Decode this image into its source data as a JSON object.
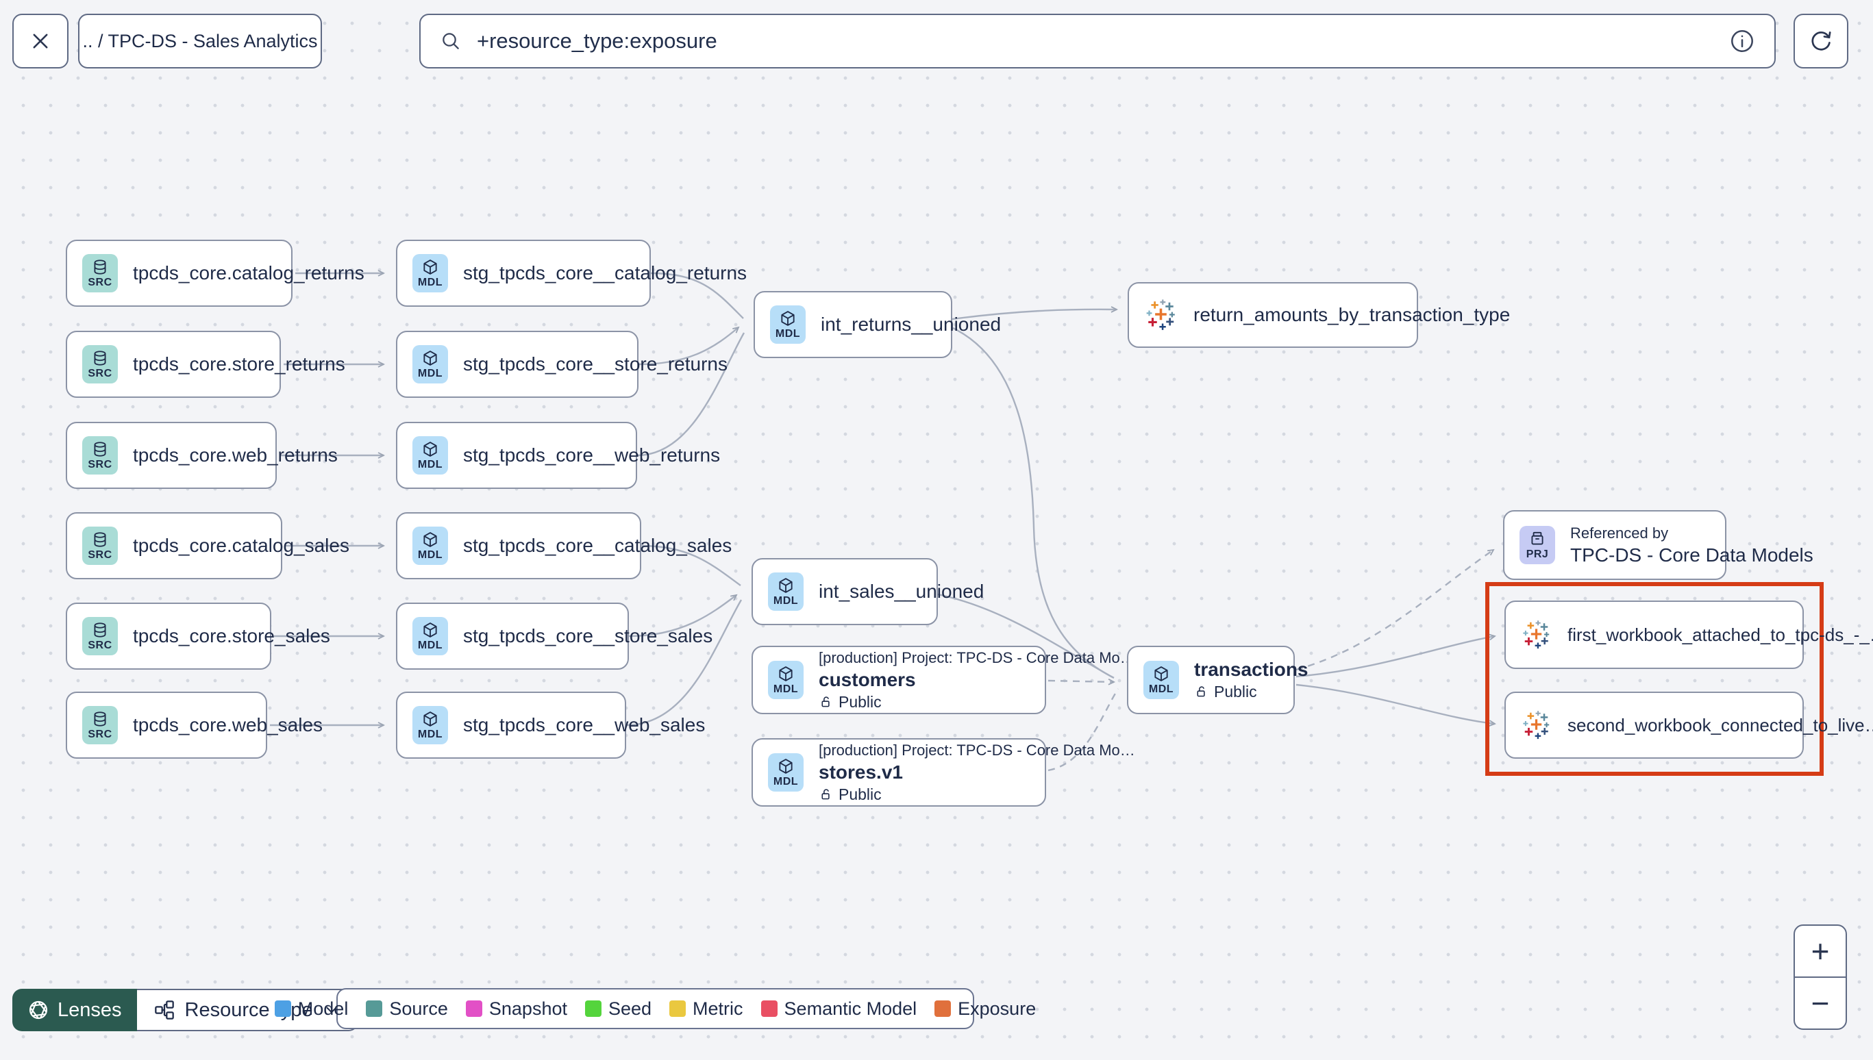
{
  "toolbar": {
    "breadcrumb": ".. / TPC-DS - Sales Analytics",
    "search_value": "+resource_type:exposure"
  },
  "badges": {
    "source": "SRC",
    "model": "MDL",
    "project": "PRJ"
  },
  "graph": {
    "sources": [
      {
        "label": "tpcds_core.catalog_returns"
      },
      {
        "label": "tpcds_core.store_returns"
      },
      {
        "label": "tpcds_core.web_returns"
      },
      {
        "label": "tpcds_core.catalog_sales"
      },
      {
        "label": "tpcds_core.store_sales"
      },
      {
        "label": "tpcds_core.web_sales"
      }
    ],
    "staging": [
      {
        "label": "stg_tpcds_core__catalog_returns"
      },
      {
        "label": "stg_tpcds_core__store_returns"
      },
      {
        "label": "stg_tpcds_core__web_returns"
      },
      {
        "label": "stg_tpcds_core__catalog_sales"
      },
      {
        "label": "stg_tpcds_core__store_sales"
      },
      {
        "label": "stg_tpcds_core__web_sales"
      }
    ],
    "intermediate": [
      {
        "label": "int_returns__unioned"
      },
      {
        "label": "int_sales__unioned"
      }
    ],
    "public_models": [
      {
        "project": "[production] Project: TPC-DS - Core Data Mo…",
        "name": "customers",
        "access": "Public"
      },
      {
        "project": "[production] Project: TPC-DS - Core Data Mo…",
        "name": "stores.v1",
        "access": "Public"
      },
      {
        "name": "transactions",
        "access": "Public"
      }
    ],
    "exposures": [
      {
        "label": "return_amounts_by_transaction_type"
      },
      {
        "label": "first_workbook_attached_to_tpc-ds_-_…"
      },
      {
        "label": "second_workbook_connected_to_live…"
      }
    ],
    "project_ref": {
      "title": "Referenced by",
      "name": "TPC-DS - Core Data Models"
    }
  },
  "footer": {
    "lenses_label": "Lenses",
    "resource_type_label": "Resource type",
    "legend": [
      {
        "label": "Model",
        "color": "#4da0e4"
      },
      {
        "label": "Source",
        "color": "#569a97"
      },
      {
        "label": "Snapshot",
        "color": "#e250c6"
      },
      {
        "label": "Seed",
        "color": "#54d43c"
      },
      {
        "label": "Metric",
        "color": "#eac83f"
      },
      {
        "label": "Semantic Model",
        "color": "#e94f63"
      },
      {
        "label": "Exposure",
        "color": "#e0703c"
      }
    ]
  },
  "zoom_controls": {
    "zoom_in": "+",
    "zoom_out": "−"
  }
}
